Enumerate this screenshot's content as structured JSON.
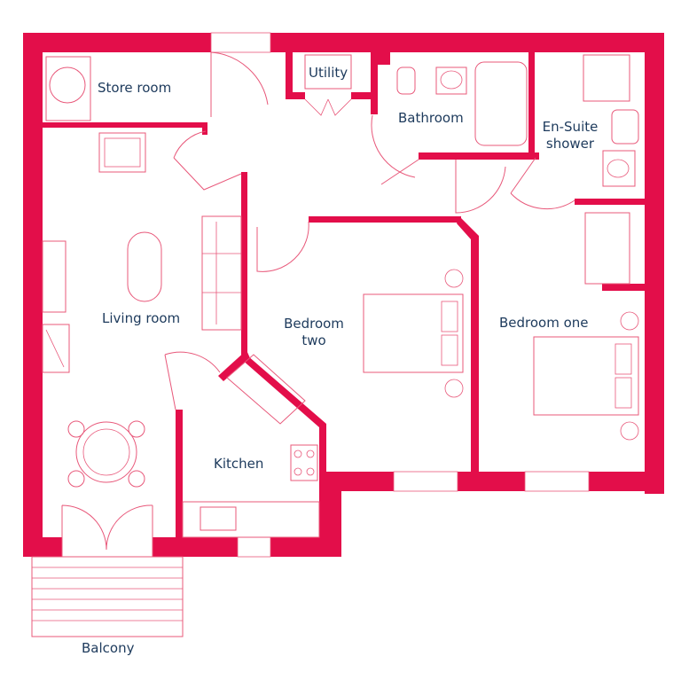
{
  "rooms": {
    "store_room": "Store room",
    "utility": "Utility",
    "bathroom": "Bathroom",
    "ensuite_line1": "En-Suite",
    "ensuite_line2": "shower",
    "living_room": "Living room",
    "bedroom_two_line1": "Bedroom",
    "bedroom_two_line2": "two",
    "bedroom_one": "Bedroom one",
    "kitchen": "Kitchen",
    "balcony": "Balcony"
  },
  "colors": {
    "wall": "#e30e4a",
    "fixture_line": "#e8587a",
    "label": "#1d3a5c"
  }
}
